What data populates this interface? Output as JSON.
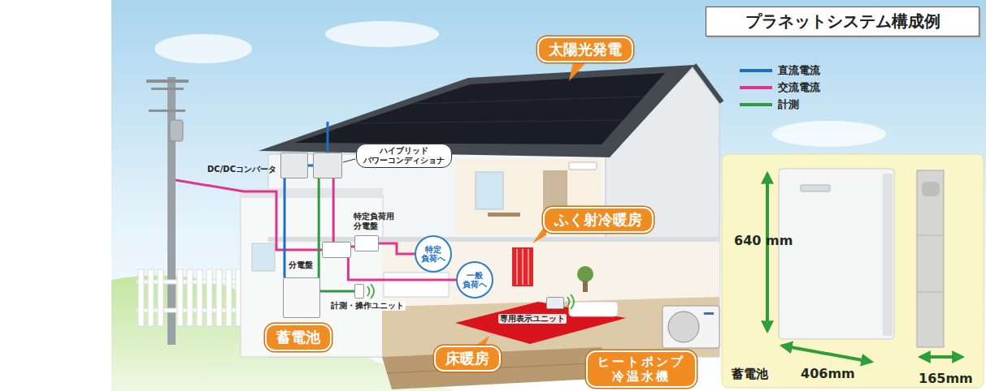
{
  "diagram": {
    "title": "プラネットシステム構成例",
    "nodes": [
      {
        "text": [
          "太陽光発電"
        ]
      },
      {
        "text": [
          "DC/DCコンバータ"
        ]
      },
      {
        "text": [
          "ハイブリッド パワーコンディショナ"
        ]
      },
      {
        "text": [
          "ふく射冷暖房"
        ]
      },
      {
        "text": [
          "特定負荷用 分電盤"
        ]
      },
      {
        "text": [
          "特定 負荷へ"
        ]
      },
      {
        "text": [
          "分電盤"
        ]
      },
      {
        "text": [
          "一般 負荷へ"
        ]
      },
      {
        "text": [
          "計測・操作ユニット"
        ]
      },
      {
        "text": [
          "蓄電池"
        ]
      },
      {
        "text": [
          "専用表示ユニット"
        ]
      },
      {
        "text": [
          "床暖房"
        ]
      },
      {
        "text": [
          "ヒートポンプ 冷温水機"
        ]
      },
      {
        "text": [
          "蓄電池"
        ]
      }
    ],
    "edges": [
      {
        "from": 2,
        "to": 1,
        "arrow": "none"
      },
      {
        "from": 1,
        "to": 9,
        "arrow": "none"
      },
      {
        "from": 2,
        "to": 6,
        "arrow": "none"
      },
      {
        "from": 6,
        "to": 4,
        "arrow": "none"
      },
      {
        "from": 4,
        "to": 5,
        "arrow": "none"
      },
      {
        "from": 6,
        "to": 7,
        "arrow": "none"
      },
      {
        "from": 8,
        "to": 2,
        "arrow": "none"
      }
    ],
    "labels": [
      "640 mm",
      "406mm",
      "165mm"
    ],
    "legend": [
      {
        "text": "直流電流",
        "color": "#1f6fc0"
      },
      {
        "text": "交流電流",
        "color": "#e0348f"
      },
      {
        "text": "計測",
        "color": "#2e9b44"
      }
    ]
  }
}
